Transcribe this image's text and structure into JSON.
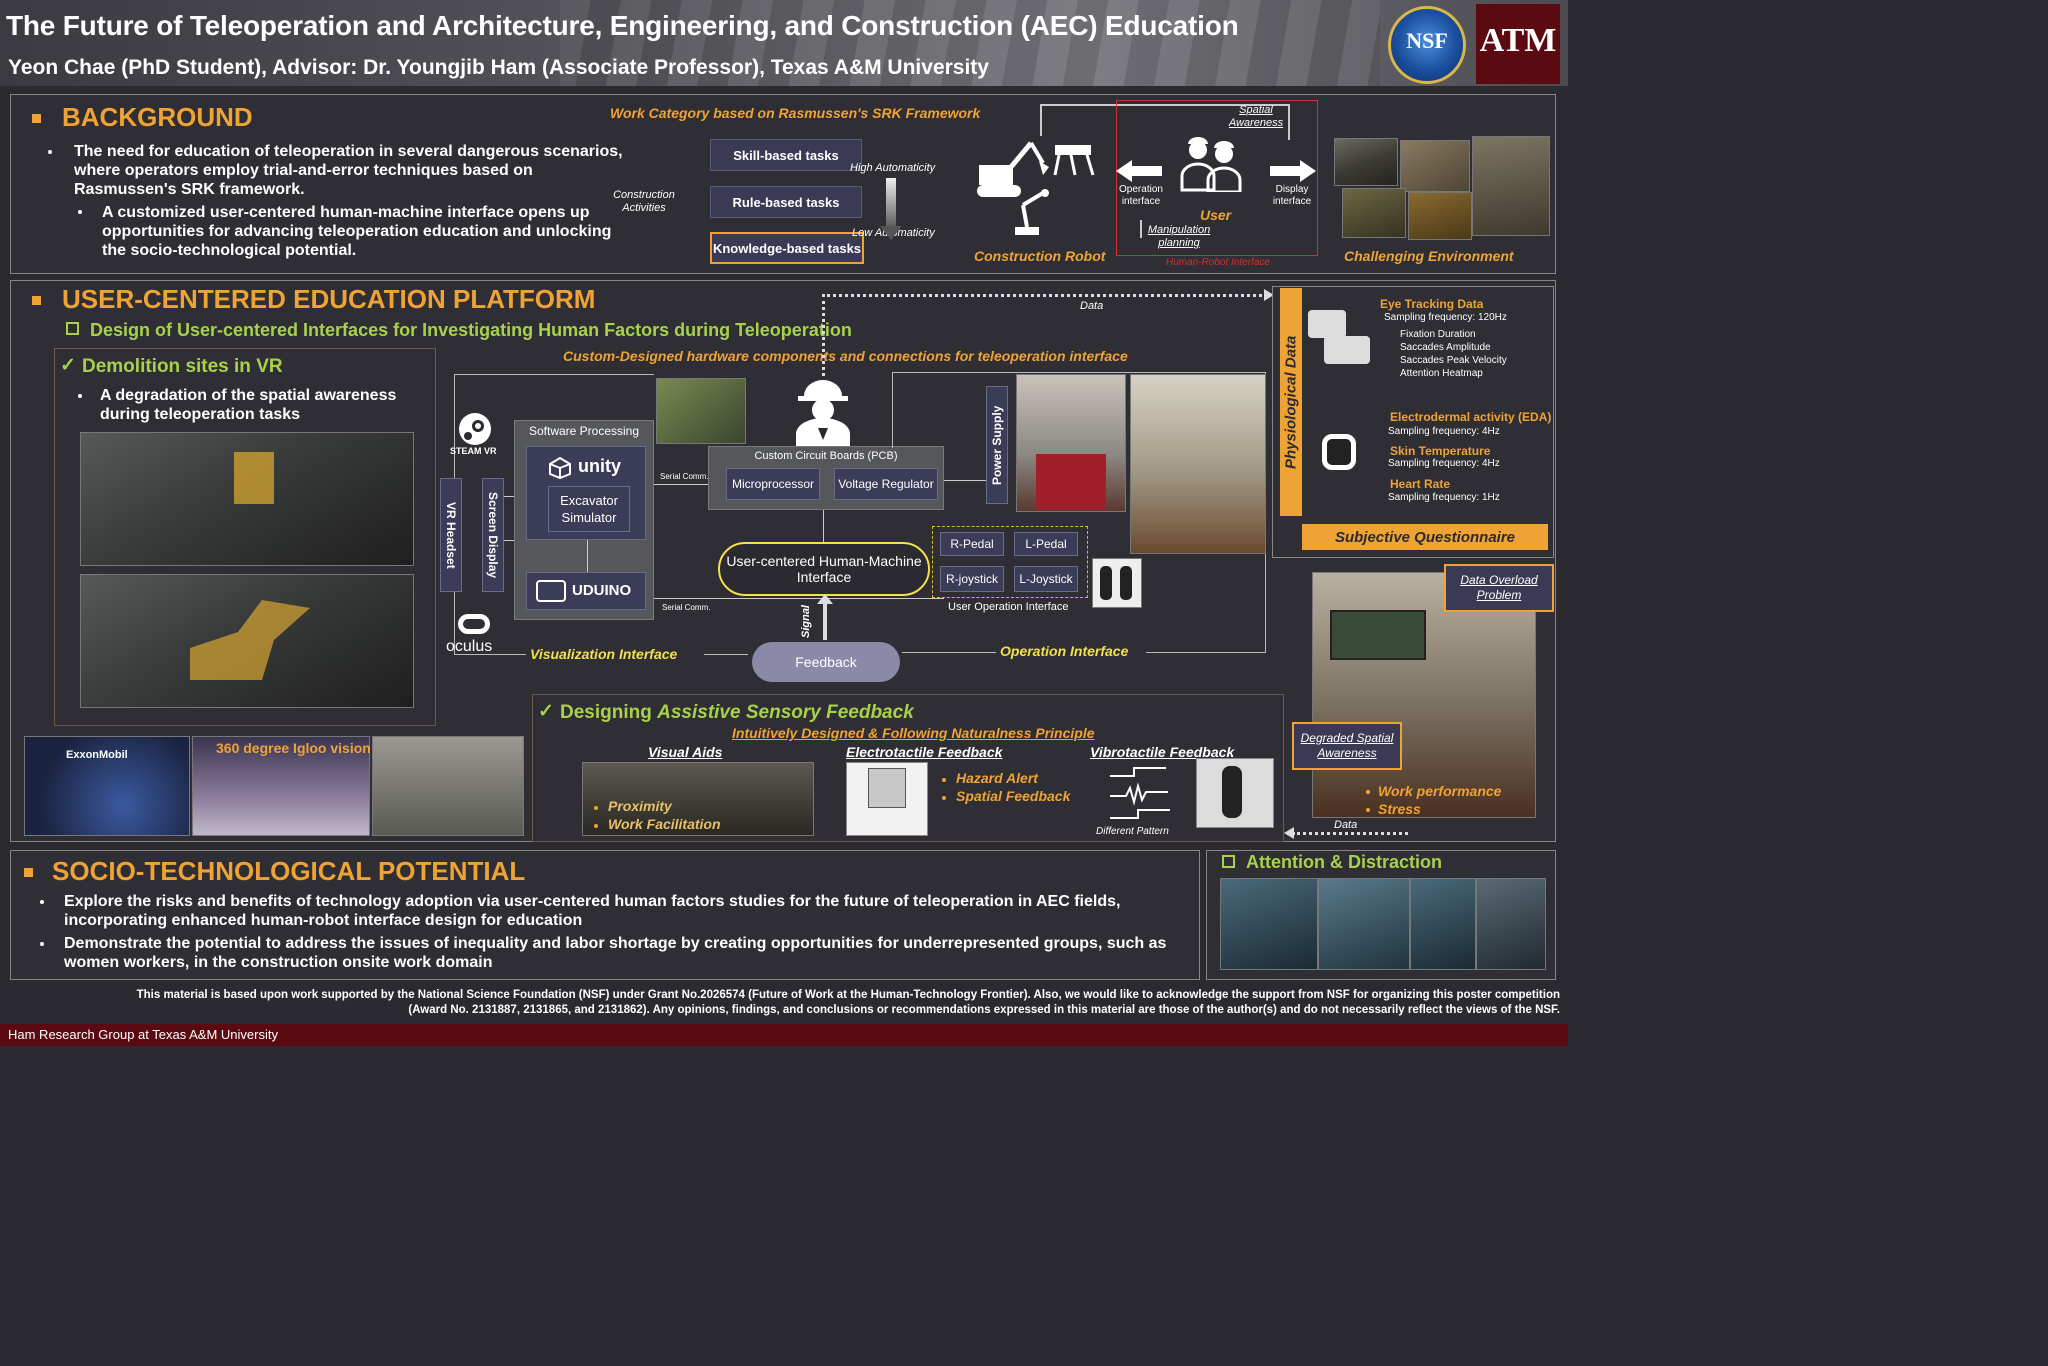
{
  "header": {
    "title": "The Future of Teleoperation and Architecture, Engineering, and Construction (AEC) Education",
    "authors": "Yeon Chae (PhD Student), Advisor: Dr. Youngjib Ham (Associate Professor), Texas A&M University",
    "nsf_logo": "NSF",
    "tamu_logo": "ATM"
  },
  "background": {
    "title": "BACKGROUND",
    "bullet1": "The need for education of teleoperation in several dangerous scenarios, where operators employ trial-and-error techniques based on Rasmussen's SRK framework.",
    "bullet2": "A customized user-centered human-machine interface opens up opportunities for advancing teleoperation education and unlocking the socio-technological potential.",
    "srk_title": "Work Category based on Rasmussen's SRK Framework",
    "construction_activities": "Construction Activities",
    "tasks": [
      "Skill-based tasks",
      "Rule-based tasks",
      "Knowledge-based tasks"
    ],
    "high_automaticity": "High Automaticity",
    "low_automaticity": "Low Automaticity",
    "construction_robot": "Construction Robot",
    "spatial_awareness": "Spatial Awareness",
    "operation_interface": "Operation interface",
    "display_interface": "Display interface",
    "user": "User",
    "manipulation_planning": "Manipulation planning",
    "hri": "Human-Robot Interface",
    "challenging_env": "Challenging Environment"
  },
  "platform": {
    "title": "USER-CENTERED EDUCATION PLATFORM",
    "subtitle": "Design of User-centered Interfaces for Investigating Human Factors during Teleoperation",
    "demolition_title": "Demolition sites in VR",
    "demolition_bullet": "A degradation of the spatial awareness during teleoperation tasks",
    "igloo": "360 degree Igloo vision",
    "exxon": "ExxonMobil",
    "hardware_title": "Custom-Designed hardware components and connections for teleoperation interface",
    "data": "Data",
    "steamvr": "STEAM VR",
    "oculus": "oculus",
    "vr_headset": "VR Headset",
    "screen_display": "Screen Display",
    "software_processing": "Software Processing",
    "unity": "unity",
    "excavator_simulator": "Excavator Simulator",
    "uduino": "UDUINO",
    "serial_comm": "Serial Comm.",
    "pcb": "Custom Circuit Boards (PCB)",
    "microprocessor": "Microprocessor",
    "voltage_regulator": "Voltage Regulator",
    "power_supply": "Power Supply",
    "hmi": "User-centered Human-Machine Interface",
    "r_pedal": "R-Pedal",
    "l_pedal": "L-Pedal",
    "r_joystick": "R-joystick",
    "l_joystick": "L-Joystick",
    "user_operation_interface": "User Operation Interface",
    "signal": "Signal",
    "feedback": "Feedback",
    "visualization_interface": "Visualization Interface",
    "operation_interface": "Operation Interface"
  },
  "feedback": {
    "title_a": "Designing ",
    "title_b": "Assistive Sensory Feedback",
    "principle": "Intuitively Designed & Following Naturalness Principle",
    "visual_aids": "Visual Aids",
    "proximity": "Proximity",
    "work_facilitation": "Work Facilitation",
    "electrotactile": "Electrotactile Feedback",
    "hazard_alert": "Hazard Alert",
    "spatial_feedback": "Spatial Feedback",
    "vibrotactile": "Vibrotactile Feedback",
    "different_pattern": "Different Pattern"
  },
  "physio": {
    "vertical_title": "Physiological Data",
    "eye_title": "Eye Tracking Data",
    "eye_freq": "Sampling frequency: 120Hz",
    "eye_items": [
      "Fixation Duration",
      "Saccades Amplitude",
      "Saccades Peak Velocity",
      "Attention Heatmap"
    ],
    "eda_title": "Electrodermal activity (EDA)",
    "eda_freq": "Sampling frequency: 4Hz",
    "skin_title": "Skin Temperature",
    "skin_freq": "Sampling frequency: 4Hz",
    "hr_title": "Heart Rate",
    "hr_freq": "Sampling frequency: 1Hz",
    "questionnaire": "Subjective Questionnaire",
    "data_overload": "Data Overload Problem",
    "degraded": "Degraded Spatial Awareness",
    "work_performance": "Work performance",
    "stress": "Stress",
    "data": "Data"
  },
  "socio": {
    "title": "SOCIO-TECHNOLOGICAL POTENTIAL",
    "bullet1": "Explore the risks and benefits of technology adoption via user-centered human factors studies for the future of teleoperation in AEC fields, incorporating enhanced human-robot interface design for education",
    "bullet2": "Demonstrate the potential to address the issues of inequality and labor shortage by creating opportunities for underrepresented groups, such as women workers, in the construction onsite work domain"
  },
  "attention": {
    "title": "Attention & Distraction"
  },
  "footer": {
    "ack1": "This material is based upon work supported by the National Science Foundation (NSF) under Grant No.2026574 (Future of Work at the Human-Technology Frontier). Also, we would like to acknowledge the support from NSF for organizing this poster competition",
    "ack2": "(Award No. 2131887, 2131865, and 2131862). Any opinions, findings, and conclusions or recommendations expressed in this material are those of the author(s) and do not necessarily reflect the views of the NSF.",
    "group": "Ham Research Group at Texas A&M University"
  },
  "colors": {
    "accent_orange": "#f0a335",
    "accent_green": "#a8d14b",
    "accent_yellow": "#f1e14a",
    "maroon": "#5b0a12",
    "background": "#2b2a30"
  }
}
